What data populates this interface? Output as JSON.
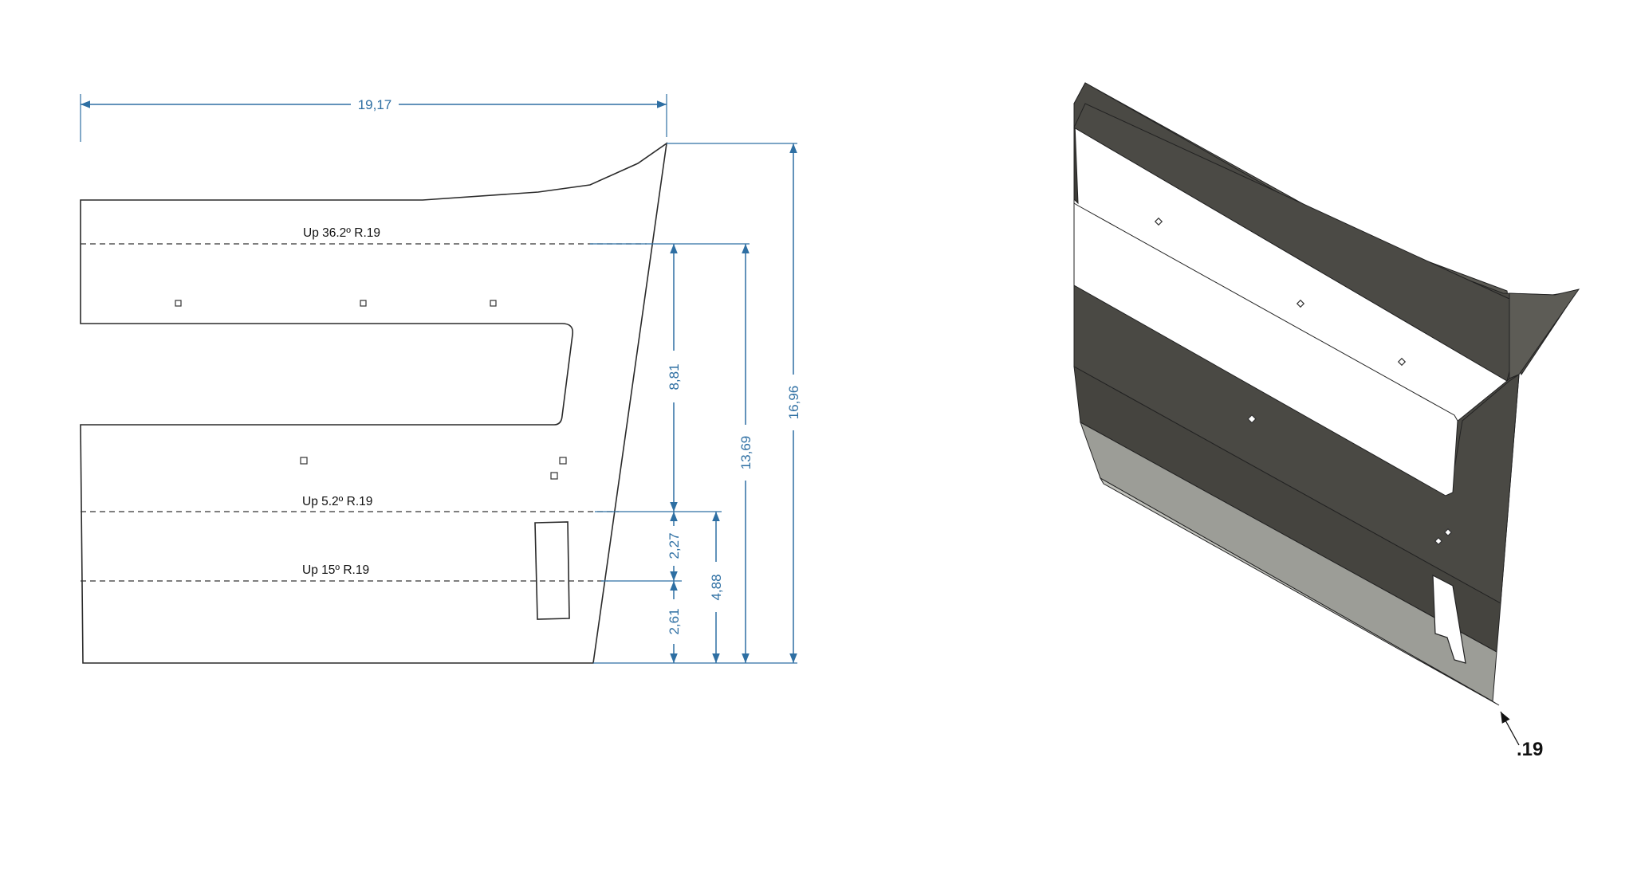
{
  "flat_pattern": {
    "dimensions": {
      "overall_width": "19,17",
      "overall_height": "16,96",
      "height_from_first_bend": "13,69",
      "upper_section": "8,81",
      "height_from_second_bend": "4,88",
      "middle_section": "2,27",
      "bottom_section": "2,61"
    },
    "bend_notes": {
      "top": "Up 36.2º R.19",
      "middle": "Up 5.2º R.19",
      "bottom": "Up 15º R.19"
    }
  },
  "isometric_view": {
    "thickness_callout": ".19"
  },
  "colors": {
    "dimension": "#2e6fa3",
    "outline": "#2a2a2a",
    "part_dark": "#4a4944",
    "part_light": "#9c9d97"
  }
}
